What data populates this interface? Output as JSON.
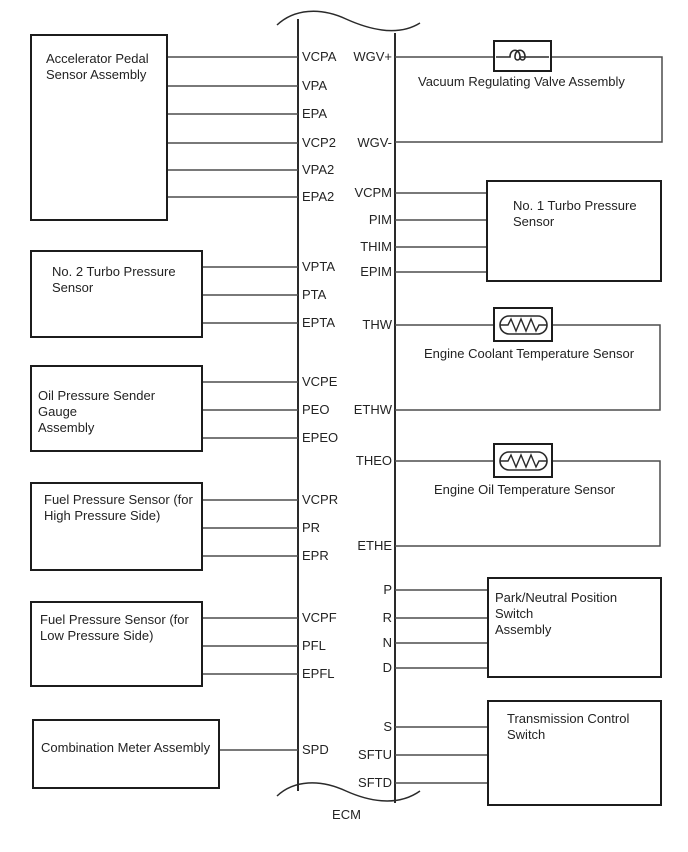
{
  "diagram_title": "ECM wiring terminal diagram",
  "colors": {
    "background": "#ffffff",
    "wire": "#4d4d4d",
    "border": "#1c1c1c",
    "text": "#232323"
  },
  "ecm": {
    "label": "ECM"
  },
  "pins": {
    "left": [
      "VCPA",
      "VPA",
      "EPA",
      "VCP2",
      "VPA2",
      "EPA2",
      "VPTA",
      "PTA",
      "EPTA",
      "VCPE",
      "PEO",
      "EPEO",
      "VCPR",
      "PR",
      "EPR",
      "VCPF",
      "PFL",
      "EPFL",
      "SPD"
    ],
    "right": [
      "WGV+",
      "WGV-",
      "VCPM",
      "PIM",
      "THIM",
      "EPIM",
      "THW",
      "ETHW",
      "THEO",
      "ETHE",
      "P",
      "R",
      "N",
      "D",
      "S",
      "SFTU",
      "SFTD"
    ]
  },
  "components": {
    "left": [
      {
        "name": "Accelerator Pedal\nSensor Assembly"
      },
      {
        "name": "No. 2 Turbo Pressure\nSensor"
      },
      {
        "name": "Oil Pressure Sender Gauge\nAssembly"
      },
      {
        "name": "Fuel Pressure Sensor (for\nHigh Pressure Side)"
      },
      {
        "name": "Fuel Pressure Sensor (for\nLow Pressure Side)"
      },
      {
        "name": "Combination Meter Assembly"
      }
    ],
    "right": [
      {
        "name": "Vacuum Regulating Valve Assembly",
        "icon": "solenoid-coil-icon"
      },
      {
        "name": "No. 1 Turbo Pressure\nSensor"
      },
      {
        "name": "Engine Coolant Temperature Sensor",
        "icon": "thermistor-icon"
      },
      {
        "name": "Engine Oil Temperature Sensor",
        "icon": "thermistor-icon"
      },
      {
        "name": "Park/Neutral Position Switch\nAssembly"
      },
      {
        "name": "Transmission Control\nSwitch"
      }
    ]
  },
  "icons": {
    "solenoid": "solenoid-coil-icon",
    "thermistor": "thermistor-icon"
  }
}
